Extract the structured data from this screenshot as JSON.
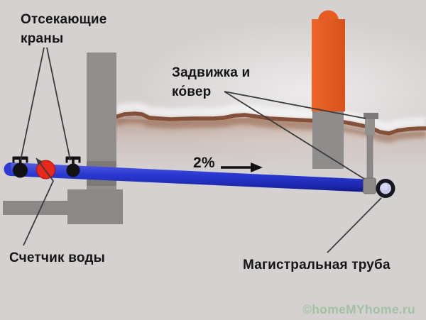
{
  "diagram": {
    "labels": {
      "shutoff_valves_line1": "Отсекающие",
      "shutoff_valves_line2": "краны",
      "gate_valve_line1": "Задвижка и",
      "gate_valve_line2": "ко́вер",
      "slope": "2%",
      "water_meter": "Счетчик воды",
      "main_pipe": "Магистральная труба"
    },
    "watermark": "©homeMYhome.ru",
    "symbols": {
      "shutoff_valve_icon": "black circle with T-handle on pipe",
      "water_meter_icon": "red circle on pipe",
      "gate_valve_icon": "gray block at riser base",
      "kover_marker_icon": "orange post with domed top",
      "main_pipe_icon": "pipe cross-section ring",
      "slope_arrow_icon": "right arrow",
      "ground_icon": "wavy brown line",
      "house_wall_icon": "gray column and footing"
    },
    "colors": {
      "background": "#d5d1d1",
      "pipe_blue": "#2c39d2",
      "meter_red": "#e7281b",
      "marker_orange": "#e75b22",
      "ground_brown": "#84503a",
      "structure_gray": "#8f8c8c",
      "valve_black": "#121212",
      "label_text": "#151515",
      "watermark_green": "#a2c0a4"
    }
  }
}
